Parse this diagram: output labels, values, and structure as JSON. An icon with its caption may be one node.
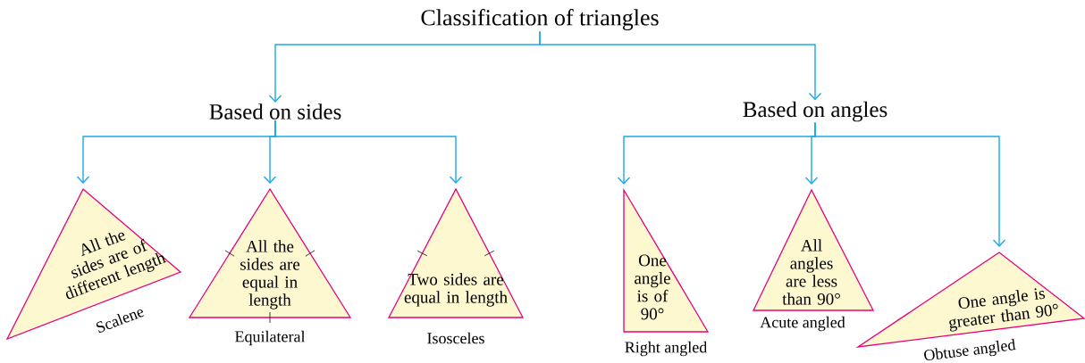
{
  "diagram": {
    "nodes": [
      {
        "text": [
          "Classification of triangles"
        ]
      },
      {
        "text": [
          "Based on sides"
        ]
      },
      {
        "text": [
          "Based on angles"
        ]
      },
      {
        "text": [
          "All the sides are of different length"
        ],
        "beside": [
          "Scalene"
        ]
      },
      {
        "text": [
          "All the sides are equal in length"
        ],
        "beside": [
          "Equilateral"
        ]
      },
      {
        "text": [
          "Two sides are equal in length"
        ],
        "beside": [
          "Isosceles"
        ]
      },
      {
        "text": [
          "One angle is of 90°"
        ],
        "beside": [
          "Right angled"
        ]
      },
      {
        "text": [
          "All angles are less than 90°"
        ],
        "beside": [
          "Acute angled"
        ]
      },
      {
        "text": [
          "One angle is greater than 90°"
        ],
        "beside": [
          "Obtuse angled"
        ]
      }
    ],
    "edges": [
      {
        "from": 0,
        "to": 1,
        "arrow": "to"
      },
      {
        "from": 0,
        "to": 2,
        "arrow": "to"
      },
      {
        "from": 1,
        "to": 3,
        "arrow": "to"
      },
      {
        "from": 1,
        "to": 4,
        "arrow": "to"
      },
      {
        "from": 1,
        "to": 5,
        "arrow": "to"
      },
      {
        "from": 2,
        "to": 6,
        "arrow": "to"
      },
      {
        "from": 2,
        "to": 7,
        "arrow": "to"
      },
      {
        "from": 2,
        "to": 8,
        "arrow": "to"
      }
    ]
  }
}
